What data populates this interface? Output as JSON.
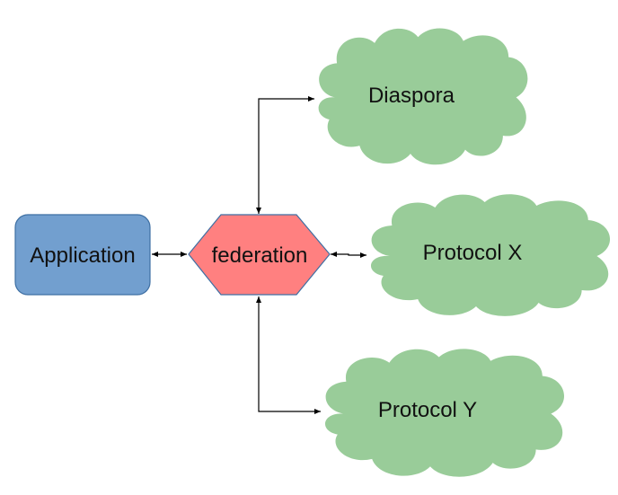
{
  "diagram": {
    "nodes": {
      "application": {
        "label": "Application",
        "shape": "rounded-rectangle",
        "fill": "#729fcf",
        "stroke": "#3e6fa3"
      },
      "federation": {
        "label": "federation",
        "shape": "hexagon",
        "fill": "#ff8080",
        "stroke": "#3e6fa3"
      },
      "diaspora": {
        "label": "Diaspora",
        "shape": "cloud",
        "fill": "#99cc99",
        "stroke": "#3e6fa3"
      },
      "protocol_x": {
        "label": "Protocol X",
        "shape": "cloud",
        "fill": "#99cc99",
        "stroke": "#3e6fa3"
      },
      "protocol_y": {
        "label": "Protocol Y",
        "shape": "cloud",
        "fill": "#99cc99",
        "stroke": "#3e6fa3"
      }
    },
    "edges": [
      {
        "from": "application",
        "to": "federation",
        "direction": "bidirectional"
      },
      {
        "from": "federation",
        "to": "diaspora",
        "direction": "bidirectional"
      },
      {
        "from": "federation",
        "to": "protocol_x",
        "direction": "bidirectional"
      },
      {
        "from": "federation",
        "to": "protocol_y",
        "direction": "bidirectional"
      }
    ]
  }
}
